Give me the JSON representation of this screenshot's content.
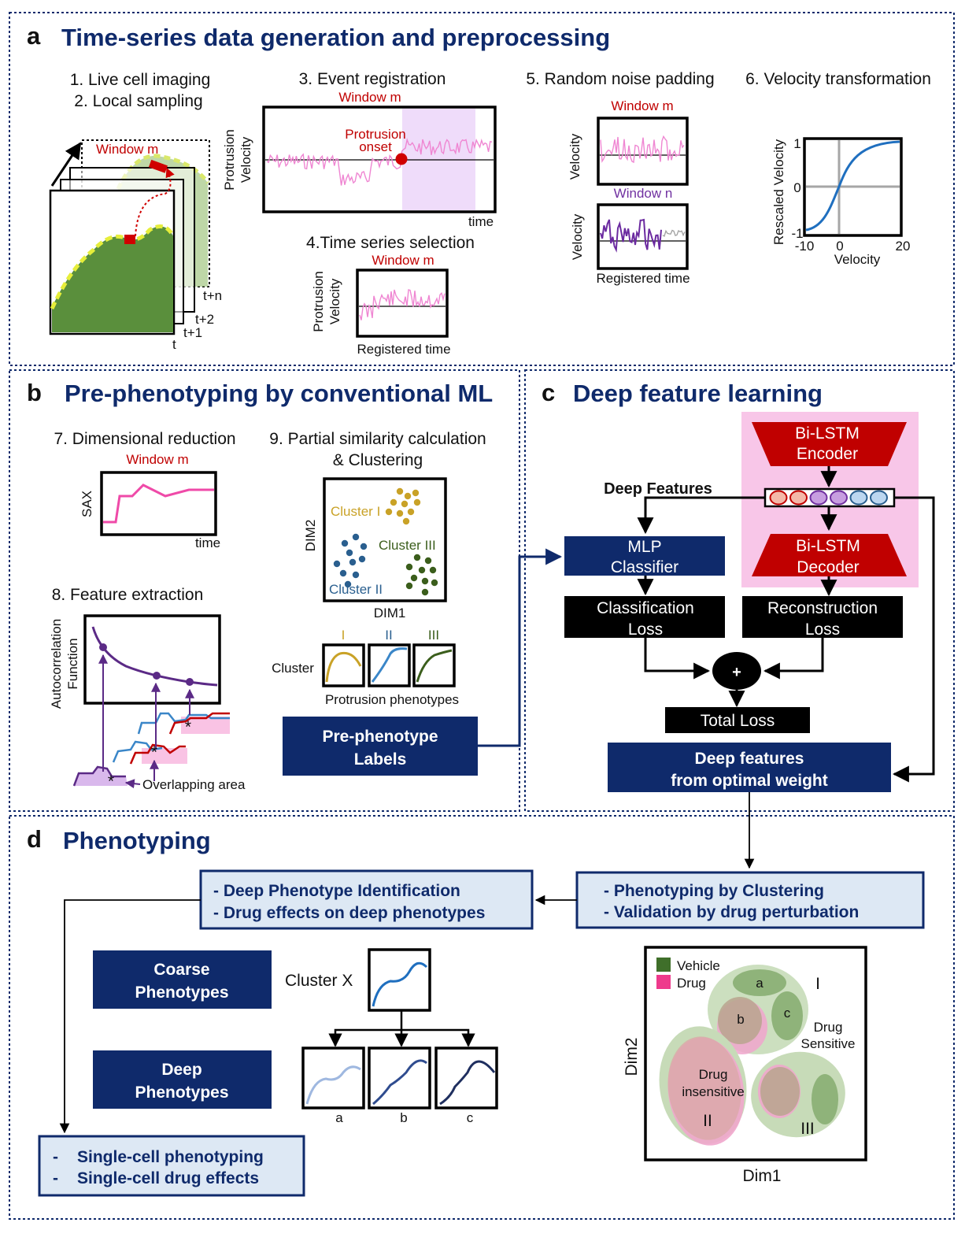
{
  "panel_a": {
    "letter": "a",
    "title": "Time-series data generation and preprocessing",
    "step1": "1. Live cell imaging",
    "step2": "2. Local sampling",
    "step3": "3. Event registration",
    "step4": "4.Time series selection",
    "step5": "5. Random noise padding",
    "step6": "6. Velocity transformation",
    "window_m": "Window m",
    "window_n": "Window n",
    "frame_t": "t",
    "frame_t1": "t+1",
    "frame_t2": "t+2",
    "frame_tn": "t+n",
    "protrusion_onset_1": "Protrusion",
    "protrusion_onset_2": "onset",
    "ylabel_protrusion": "Protrusion",
    "ylabel_velocity": "Velocity",
    "xlabel_time": "time",
    "xlabel_registered_time": "Registered time",
    "ylabel_rescaled_velocity": "Rescaled  Velocity",
    "xlabel_velocity": "Velocity",
    "tick_y_top": "1",
    "tick_y_mid": "0",
    "tick_y_bot": "-1",
    "tick_x_left": "-10",
    "tick_x_mid": "0",
    "tick_x_right": "20"
  },
  "panel_b": {
    "letter": "b",
    "title": "Pre-phenotyping by conventional ML",
    "step7": "7. Dimensional reduction",
    "step8": "8. Feature extraction",
    "step9_1": "9. Partial similarity calculation",
    "step9_2": "& Clustering",
    "window_m": "Window m",
    "sax": "SAX",
    "time": "time",
    "acf_1": "Autocorrelation",
    "acf_2": "Function",
    "overlap": "Overlapping area",
    "star": "*",
    "dim1": "DIM1",
    "dim2": "DIM2",
    "cluster_I": "Cluster I",
    "cluster_II": "Cluster II",
    "cluster_III": "Cluster III",
    "cluster": "Cluster",
    "roman_I": "I",
    "roman_II": "II",
    "roman_III": "III",
    "protrusion_phenotypes": "Protrusion phenotypes",
    "labels_1": "Pre-phenotype",
    "labels_2": "Labels"
  },
  "panel_c": {
    "letter": "c",
    "title": "Deep feature learning",
    "encoder_1": "Bi-LSTM",
    "encoder_2": "Encoder",
    "decoder_1": "Bi-LSTM",
    "decoder_2": "Decoder",
    "deep_features": "Deep Features",
    "mlp_1": "MLP",
    "mlp_2": "Classifier",
    "cls_loss_1": "Classification",
    "cls_loss_2": "Loss",
    "rec_loss_1": "Reconstruction",
    "rec_loss_2": "Loss",
    "plus": "+",
    "total_loss": "Total Loss",
    "optimal_1": "Deep features",
    "optimal_2": "from optimal weight",
    "feature_colors": [
      "#f4b8a8",
      "#f4b8a8",
      "#c79ee0",
      "#c79ee0",
      "#bcd7f0",
      "#bcd7f0"
    ]
  },
  "panel_d": {
    "letter": "d",
    "title": "Phenotyping",
    "box_left_1": "- Deep Phenotype Identification",
    "box_left_2": "- Drug effects on deep phenotypes",
    "box_right_1": "- Phenotyping by Clustering",
    "box_right_2": "- Validation by drug perturbation",
    "coarse_1": "Coarse",
    "coarse_2": "Phenotypes",
    "deep_1": "Deep",
    "deep_2": "Phenotypes",
    "cluster_x": "Cluster X",
    "sub_a": "a",
    "sub_b": "b",
    "sub_c": "c",
    "single_1_dash": "-",
    "single_1": "Single-cell phenotyping",
    "single_2_dash": "-",
    "single_2": "Single-cell drug effects",
    "legend_vehicle": "Vehicle",
    "legend_drug": "Drug",
    "vehicle_color": "#3f6f2a",
    "drug_color": "#ee3a8c",
    "dim1": "Dim1",
    "dim2": "Dim2",
    "cl_a": "a",
    "cl_b": "b",
    "cl_c": "c",
    "cl_I": "I",
    "cl_II": "II",
    "cl_III": "III",
    "drug_sensitive_1": "Drug",
    "drug_sensitive_2": "Sensitive",
    "drug_insensitive_1": "Drug",
    "drug_insensitive_2": "insensitive"
  },
  "colors": {
    "navy": "#0f2a6b",
    "crimson": "#c00000",
    "pink_bg": "#f8c6e8",
    "light_blue_box": "#dde8f4",
    "trace_pink": "#ef86d2",
    "trace_purple": "#6b2aa0",
    "sigmoid_blue": "#1f6fbf"
  }
}
